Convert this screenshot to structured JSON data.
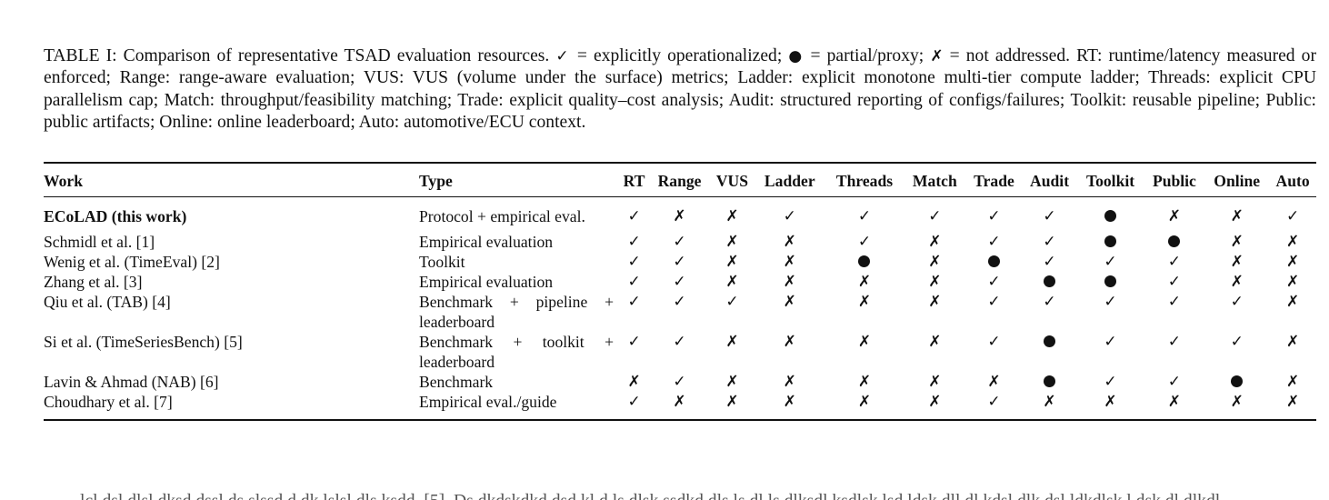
{
  "caption": {
    "label": "TABLE I:",
    "text_before_check": "Comparison of representative TSAD evaluation resources.",
    "check_glyph": "✓",
    "check_meaning": "= explicitly operationalized;",
    "dot_glyph": "●",
    "dot_meaning": "= partial/proxy;",
    "cross_glyph": "✗",
    "cross_meaning": "= not addressed.",
    "definitions": "RT: runtime/latency measured or enforced; Range: range-aware evaluation; VUS: VUS (volume under the surface) metrics; Ladder: explicit monotone multi-tier compute ladder; Threads: explicit CPU parallelism cap; Match: throughput/feasibility matching; Trade: explicit quality–cost analysis; Audit: structured reporting of configs/failures; Toolkit: reusable pipeline; Public: public artifacts; Online: online leaderboard; Auto: automotive/ECU context."
  },
  "table": {
    "headers": [
      "Work",
      "Type",
      "RT",
      "Range",
      "VUS",
      "Ladder",
      "Threads",
      "Match",
      "Trade",
      "Audit",
      "Toolkit",
      "Public",
      "Online",
      "Auto"
    ],
    "legend": {
      "check": "explicitly operationalized",
      "dot": "partial/proxy",
      "cross": "not addressed"
    },
    "rows": [
      {
        "work": "ECoLAD (this work)",
        "bold": true,
        "type": "Protocol + empirical eval.",
        "marks": [
          "check",
          "cross",
          "cross",
          "check",
          "check",
          "check",
          "check",
          "check",
          "dot",
          "cross",
          "cross",
          "check"
        ]
      },
      {
        "work": "Schmidl et al. [1]",
        "type": "Empirical evaluation",
        "marks": [
          "check",
          "check",
          "cross",
          "cross",
          "check",
          "cross",
          "check",
          "check",
          "dot",
          "dot",
          "cross",
          "cross"
        ]
      },
      {
        "work": "Wenig et al. (TimeEval) [2]",
        "type": "Toolkit",
        "marks": [
          "check",
          "check",
          "cross",
          "cross",
          "dot",
          "cross",
          "dot",
          "check",
          "check",
          "check",
          "cross",
          "cross"
        ]
      },
      {
        "work": "Zhang et al. [3]",
        "type": "Empirical evaluation",
        "marks": [
          "check",
          "check",
          "cross",
          "cross",
          "cross",
          "cross",
          "check",
          "dot",
          "dot",
          "check",
          "cross",
          "cross"
        ]
      },
      {
        "work": "Qiu et al. (TAB) [4]",
        "type": "Benchmark + pipeline + leaderboard",
        "marks": [
          "check",
          "check",
          "check",
          "cross",
          "cross",
          "cross",
          "check",
          "check",
          "check",
          "check",
          "check",
          "cross"
        ]
      },
      {
        "work": "Si et al. (TimeSeriesBench) [5]",
        "type": "Benchmark + toolkit + leaderboard",
        "marks": [
          "check",
          "check",
          "cross",
          "cross",
          "cross",
          "cross",
          "check",
          "dot",
          "check",
          "check",
          "check",
          "cross"
        ]
      },
      {
        "work": "Lavin & Ahmad (NAB) [6]",
        "type": "Benchmark",
        "marks": [
          "cross",
          "check",
          "cross",
          "cross",
          "cross",
          "cross",
          "cross",
          "dot",
          "check",
          "check",
          "dot",
          "cross"
        ]
      },
      {
        "work": "Choudhary et al. [7]",
        "type": "Empirical eval./guide",
        "marks": [
          "check",
          "cross",
          "cross",
          "cross",
          "cross",
          "cross",
          "check",
          "cross",
          "cross",
          "cross",
          "cross",
          "cross"
        ]
      }
    ]
  },
  "footer_fragment": "(body text continues below table, clipped at page edge)"
}
